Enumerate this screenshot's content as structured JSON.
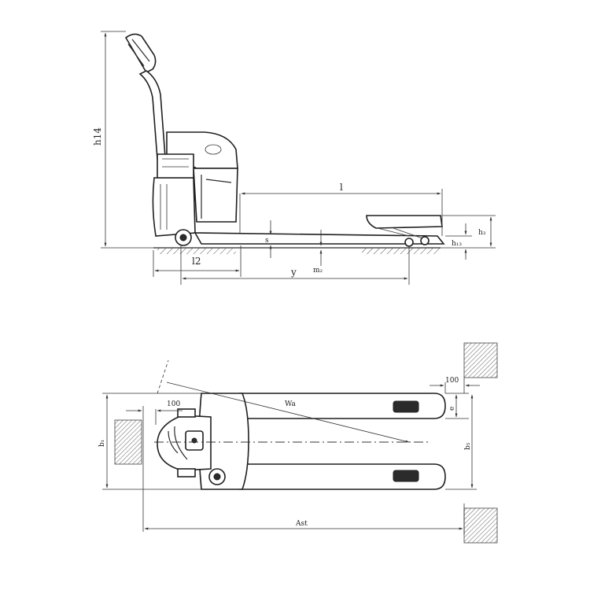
{
  "side_view": {
    "dims": {
      "h14": "h14",
      "l": "l",
      "s": "s",
      "m2": "m₂",
      "l2": "l2",
      "y": "y",
      "h3": "h₃",
      "h13": "h₁₃"
    }
  },
  "top_view": {
    "dims": {
      "clearance_right": "100",
      "clearance_left": "100",
      "wa": "Wa",
      "b1": "b₁",
      "e": "e",
      "b5": "b₅",
      "ast": "Ast"
    }
  }
}
